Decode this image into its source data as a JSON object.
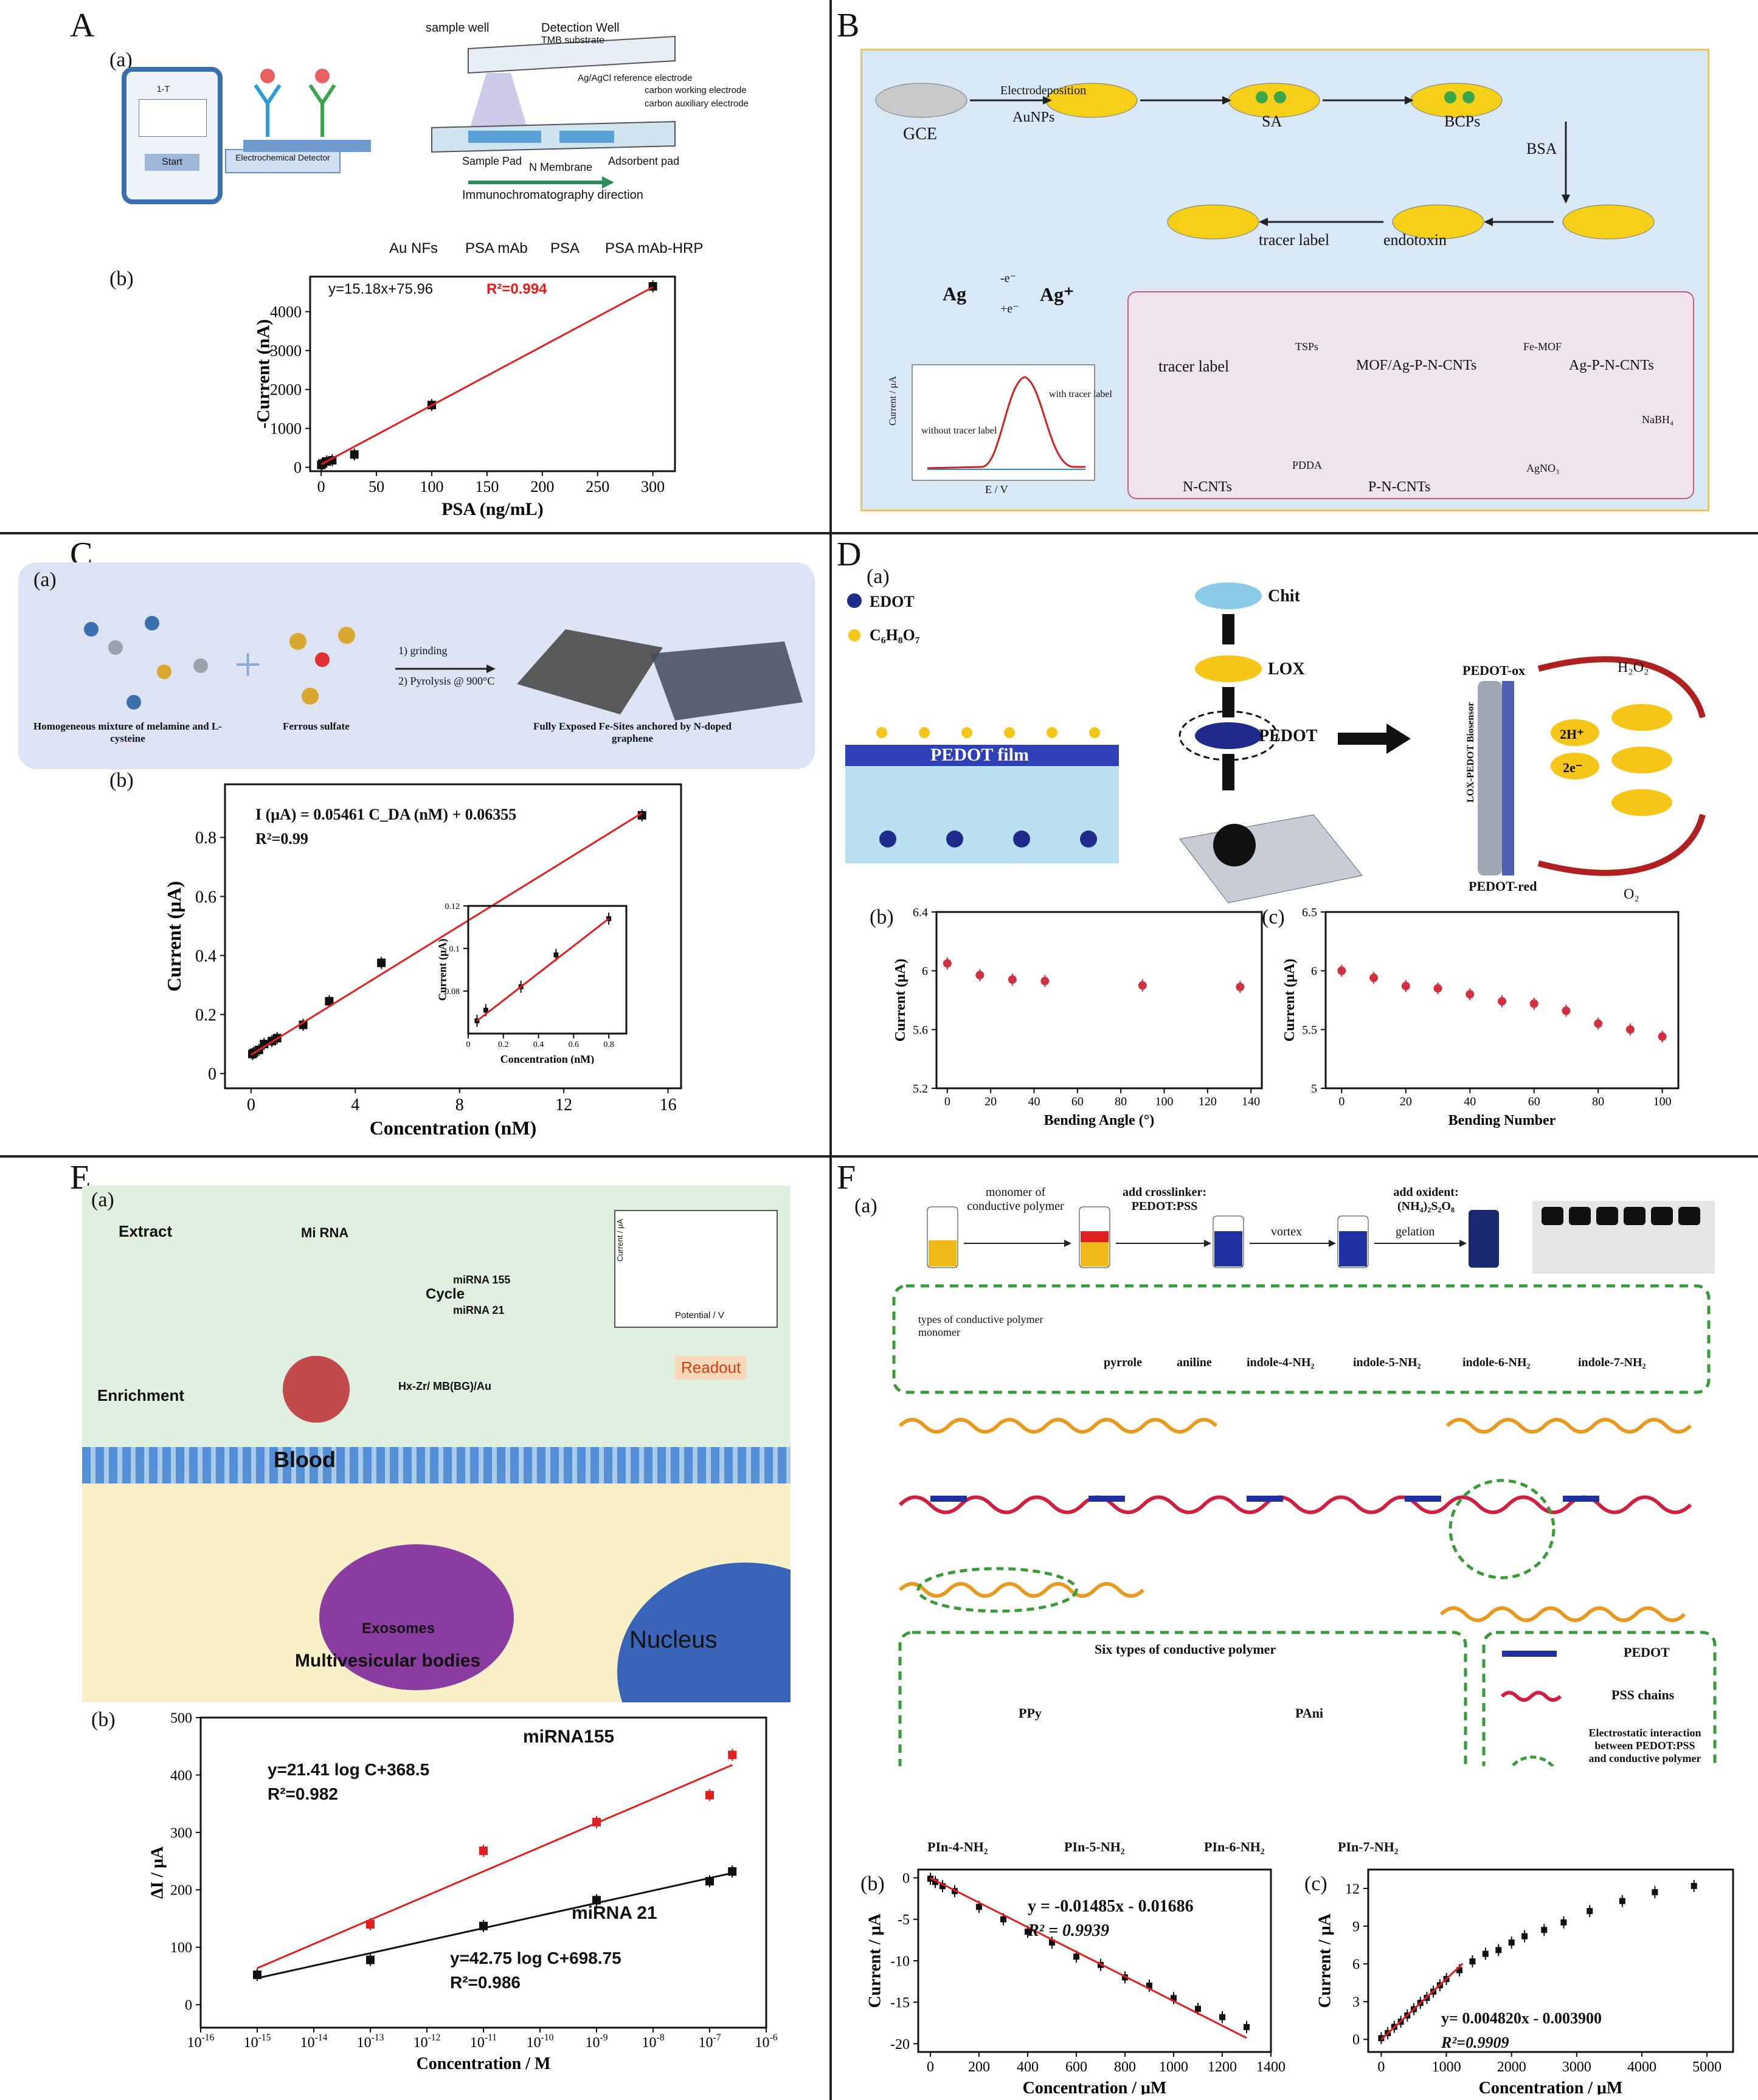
{
  "panels": {
    "A": {
      "letter": "A",
      "sub_a": "(a)",
      "sub_b": "(b)",
      "phone_text": "Start",
      "phone_top": "1-T",
      "detector": "Electrochemical Detector",
      "labels": [
        "sample well",
        "Detection Well",
        "TMB substrate",
        "Ag/AgCl reference electrode",
        "carbon working electrode",
        "carbon auxiliary electrode",
        "Sample Pad",
        "N Membrane",
        "Adsorbent pad",
        "Immunochromatography direction"
      ],
      "legend": [
        "Au NFs",
        "PSA mAb",
        "PSA",
        "PSA mAb-HRP"
      ],
      "equation": "y=15.18x+75.96",
      "r2": "R²=0.994"
    },
    "B": {
      "letter": "B",
      "labels": [
        "GCE",
        "Electrodeposition",
        "AuNPs",
        "SA",
        "BCPs",
        "BSA",
        "endotoxin",
        "tracer label",
        "Ag",
        "Ag⁺",
        "-e⁻",
        "+e⁻",
        "with tracer label",
        "without tracer label",
        "Current / μA",
        "E / V",
        "tracer label",
        "TSPs",
        "MOF/Ag-P-N-CNTs",
        "Fe-MOF",
        "Ag-P-N-CNTs",
        "NaBH₄",
        "N-CNTs",
        "PDDA",
        "P-N-CNTs",
        "AgNO₃"
      ]
    },
    "C": {
      "letter": "C",
      "sub_a": "(a)",
      "sub_b": "(b)",
      "labels": [
        "1) grinding",
        "2) Pyrolysis @ 900°C",
        "Homogeneous mixture of melamine and L-cysteine",
        "Ferrous sulfate",
        "Fully Exposed Fe-Sites anchored by N-doped graphene"
      ],
      "equation": "I (μA) = 0.05461 C_DA (nM) + 0.06355",
      "r2": "R²=0.99"
    },
    "D": {
      "letter": "D",
      "sub_a": "(a)",
      "sub_b": "(b)",
      "sub_c": "(c)",
      "labels": [
        "EDOT",
        "C₆H₈O₇",
        "PEDOT film",
        "Chit",
        "LOX",
        "PEDOT",
        "PEDOT-ox",
        "PEDOT-red",
        "H₂O₂",
        "O₂",
        "2H⁺",
        "2e⁻",
        "LOX-PEDOT Biosensor"
      ]
    },
    "E": {
      "letter": "E",
      "sub_a": "(a)",
      "sub_b": "(b)",
      "labels": [
        "Extract",
        "Mi RNA",
        "Cycle",
        "miRNA 155",
        "miRNA 21",
        "Hx-Zr/ MB(BG)/Au",
        "Readout",
        "Enrichment",
        "Blood",
        "Exosomes",
        "Multivesicular bodies",
        "Nucleus",
        "Current / μA",
        "Potential / V"
      ],
      "eq1": "y=21.41 log C+368.5",
      "r1": "R²=0.982",
      "eq2": "y=42.75 log C+698.75",
      "r2": "R²=0.986",
      "series1": "miRNA155",
      "series2": "miRNA 21"
    },
    "F": {
      "letter": "F",
      "sub_a": "(a)",
      "sub_b": "(b)",
      "sub_c": "(c)",
      "steps": [
        "monomer of conductive polymer",
        "add crosslinker: PEDOT:PSS",
        "vortex",
        "add oxident: (NH₄)₂S₂O₈",
        "gelation"
      ],
      "monomer_title": "types of conductive polymer monomer",
      "monomers": [
        "pyrrole",
        "aniline",
        "indole-4-NH₂",
        "indole-5-NH₂",
        "indole-6-NH₂",
        "indole-7-NH₂"
      ],
      "polymer_title": "Six types of conductive polymer",
      "polymers": [
        "PPy",
        "PAni",
        "PIn-4-NH₂",
        "PIn-5-NH₂",
        "PIn-6-NH₂",
        "PIn-7-NH₂"
      ],
      "legend": [
        "PEDOT",
        "PSS chains",
        "Electrostatic interaction between PEDOT:PSS and conductive polymer"
      ],
      "eq_b": "y = -0.01485x - 0.01686",
      "r_b": "R² = 0.9939",
      "eq_c": "y= 0.004820x - 0.003900",
      "r_c": "R²=0.9909"
    }
  },
  "chart_data": [
    {
      "id": "A-b",
      "type": "scatter",
      "xlabel": "PSA (ng/mL)",
      "ylabel": "-Current (nA)",
      "xlim": [
        -10,
        320
      ],
      "ylim": [
        -100,
        4900
      ],
      "xticks": [
        0,
        50,
        100,
        150,
        200,
        250,
        300
      ],
      "yticks": [
        0,
        1000,
        2000,
        3000,
        4000
      ],
      "x": [
        0.1,
        1,
        5,
        10,
        30,
        100,
        300
      ],
      "y": [
        60,
        95,
        150,
        180,
        330,
        1600,
        4650
      ],
      "fit": [
        [
          0,
          75.96
        ],
        [
          300,
          4630
        ]
      ]
    },
    {
      "id": "C-b",
      "type": "scatter",
      "xlabel": "Concentration (nM)",
      "ylabel": "Current (μA)",
      "xlim": [
        -1,
        16.5
      ],
      "ylim": [
        -0.05,
        0.98
      ],
      "xticks": [
        0,
        4,
        8,
        12,
        16
      ],
      "yticks": [
        0.0,
        0.2,
        0.4,
        0.6,
        0.8
      ],
      "x": [
        0.05,
        0.1,
        0.3,
        0.5,
        0.8,
        1,
        2,
        3,
        5,
        15
      ],
      "y": [
        0.066,
        0.07,
        0.08,
        0.1,
        0.11,
        0.12,
        0.165,
        0.245,
        0.375,
        0.875
      ],
      "fit": [
        [
          0,
          0.06355
        ],
        [
          15,
          0.8827
        ]
      ],
      "inset": {
        "xlabel": "Concentration (nM)",
        "ylabel": "Current (μA)",
        "xlim": [
          0,
          0.9
        ],
        "ylim": [
          0.06,
          0.12
        ],
        "xticks": [
          0.0,
          0.2,
          0.4,
          0.6,
          0.8
        ],
        "yticks": [
          0.08,
          0.1,
          0.12
        ],
        "x": [
          0.05,
          0.1,
          0.3,
          0.5,
          0.8
        ],
        "y": [
          0.066,
          0.071,
          0.082,
          0.097,
          0.114
        ]
      }
    },
    {
      "id": "D-b",
      "type": "scatter",
      "xlabel": "Bending Angle (°)",
      "ylabel": "Current (μA)",
      "xlim": [
        -5,
        145
      ],
      "ylim": [
        5.2,
        6.4
      ],
      "xticks": [
        0,
        20,
        40,
        60,
        80,
        100,
        120,
        140
      ],
      "yticks": [
        5.2,
        5.6,
        6.0,
        6.4
      ],
      "x": [
        0,
        15,
        30,
        45,
        90,
        135
      ],
      "y": [
        6.05,
        5.97,
        5.94,
        5.93,
        5.9,
        5.89
      ]
    },
    {
      "id": "D-c",
      "type": "scatter",
      "xlabel": "Bending Number",
      "ylabel": "Current (μA)",
      "xlim": [
        -5,
        105
      ],
      "ylim": [
        5.0,
        6.5
      ],
      "xticks": [
        0,
        20,
        40,
        60,
        80,
        100
      ],
      "yticks": [
        5.0,
        5.5,
        6.0,
        6.5
      ],
      "x": [
        0,
        10,
        20,
        30,
        40,
        50,
        60,
        70,
        80,
        90,
        100
      ],
      "y": [
        6.0,
        5.94,
        5.87,
        5.85,
        5.8,
        5.74,
        5.72,
        5.66,
        5.55,
        5.5,
        5.44
      ]
    },
    {
      "id": "E-b",
      "type": "scatter",
      "xlabel": "Concentration / M",
      "ylabel": "ΔI / μA",
      "xscale": "log",
      "xlim": [
        -16,
        -6
      ],
      "ylim": [
        -40,
        500
      ],
      "xticks": [
        -16,
        -15,
        -14,
        -13,
        -12,
        -11,
        -10,
        -9,
        -8,
        -7,
        -6
      ],
      "yticks": [
        0,
        100,
        200,
        300,
        400,
        500
      ],
      "series": [
        {
          "name": "miRNA155",
          "color": "#e02020",
          "x": [
            -15,
            -13,
            -11,
            -9,
            -7,
            -6.6
          ],
          "y": [
            52,
            140,
            268,
            318,
            365,
            435
          ]
        },
        {
          "name": "miRNA 21",
          "color": "#111111",
          "x": [
            -15,
            -13,
            -11,
            -9,
            -7,
            -6.6
          ],
          "y": [
            52,
            78,
            137,
            182,
            215,
            232
          ]
        }
      ]
    },
    {
      "id": "F-b",
      "type": "scatter",
      "xlabel": "Concentration / μM",
      "ylabel": "Current / μA",
      "xlim": [
        -50,
        1400
      ],
      "ylim": [
        -21,
        1
      ],
      "xticks": [
        0,
        200,
        400,
        600,
        800,
        1000,
        1200,
        1400
      ],
      "yticks": [
        0,
        -5,
        -10,
        -15,
        -20
      ],
      "x": [
        0,
        20,
        50,
        100,
        200,
        300,
        400,
        500,
        600,
        700,
        800,
        900,
        1000,
        1100,
        1200,
        1300
      ],
      "y": [
        -0.1,
        -0.5,
        -1,
        -1.6,
        -3.5,
        -5,
        -6.5,
        -7.8,
        -9.5,
        -10.5,
        -12,
        -13,
        -14.5,
        -15.8,
        -16.8,
        -18
      ]
    },
    {
      "id": "F-c",
      "type": "scatter",
      "xlabel": "Concentration / μM",
      "ylabel": "Current / μA",
      "xlim": [
        -200,
        5400
      ],
      "ylim": [
        -1,
        13.5
      ],
      "xticks": [
        0,
        1000,
        2000,
        3000,
        4000,
        5000
      ],
      "yticks": [
        0,
        3,
        6,
        9,
        12
      ],
      "x": [
        0,
        100,
        200,
        300,
        400,
        500,
        600,
        700,
        800,
        900,
        1000,
        1200,
        1400,
        1600,
        1800,
        2000,
        2200,
        2500,
        2800,
        3200,
        3700,
        4200,
        4800
      ],
      "y": [
        0.1,
        0.5,
        1.0,
        1.4,
        1.9,
        2.4,
        2.9,
        3.3,
        3.8,
        4.3,
        4.8,
        5.5,
        6.2,
        6.8,
        7.1,
        7.7,
        8.2,
        8.7,
        9.3,
        10.2,
        11.0,
        11.7,
        12.2
      ]
    }
  ]
}
